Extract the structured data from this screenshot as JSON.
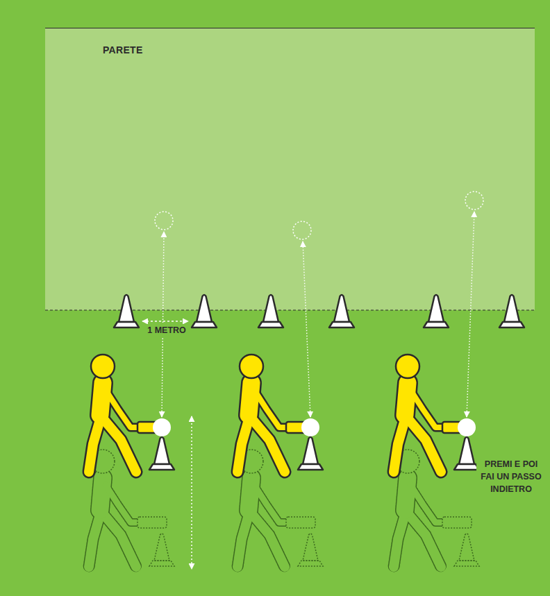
{
  "diagram": {
    "nodes": [
      {
        "text": [
          "PARETE"
        ]
      }
    ],
    "labels": [
      "1 METRO",
      "PREMI E POI FAI UN PASSO INDIETRO"
    ]
  }
}
